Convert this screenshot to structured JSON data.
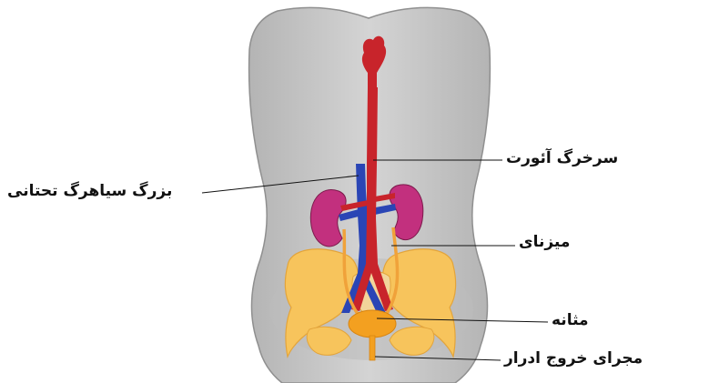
{
  "labels": {
    "aorta": "سرخرگ آئورت",
    "vena_cava": "بزرگ سیاهرگ تحتانی",
    "ureter": "میزنای",
    "bladder": "مثانه",
    "urethra": "مجرای خروج ادرار"
  },
  "colors": {
    "body": "#c9c9c9",
    "body_outline": "#9a9a9a",
    "aorta": "#c8242b",
    "vena_cava": "#2a45b5",
    "kidney": "#c2307e",
    "bone": "#f7c45c",
    "ureter": "#f0a23a",
    "bladder": "#f3a020",
    "leader_line": "#111111"
  }
}
